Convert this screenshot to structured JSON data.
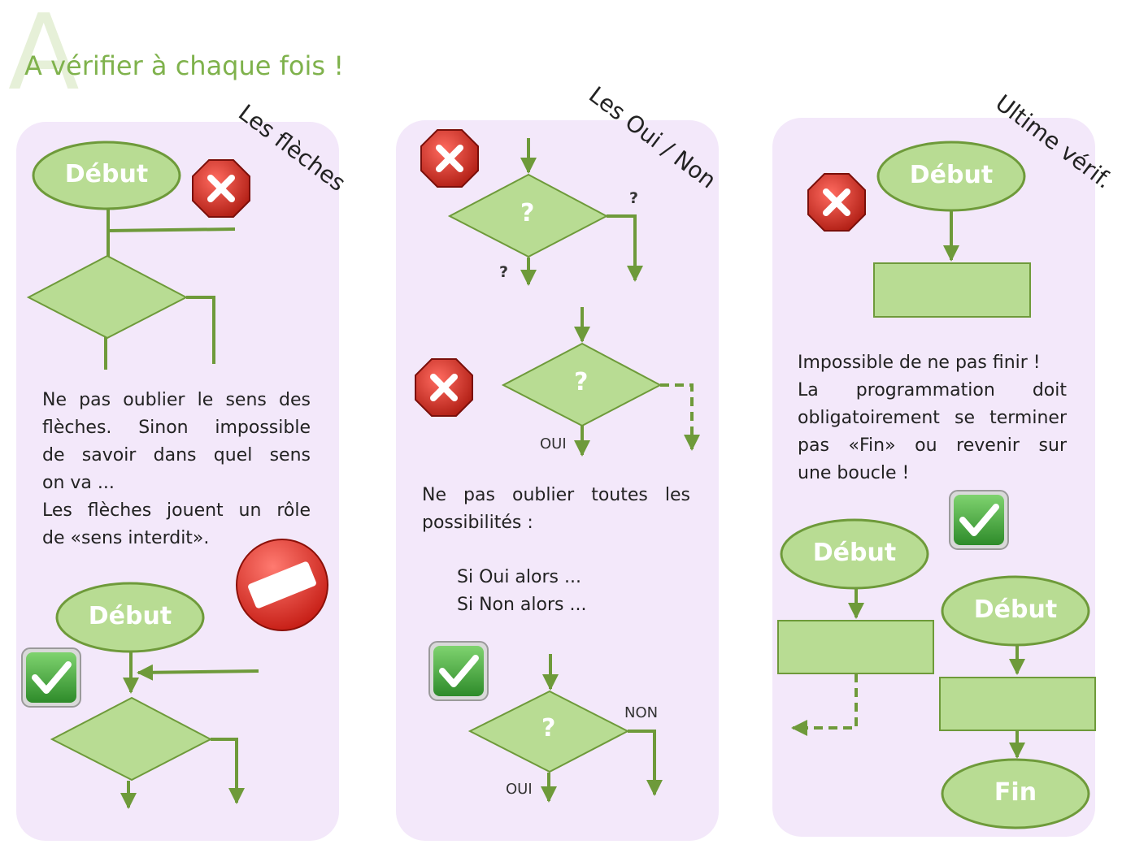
{
  "header": {
    "big_letter": "A",
    "title": "A vérifier à chaque fois !"
  },
  "colors": {
    "node_fill": "#b8dc93",
    "node_stroke": "#6e9a3a",
    "arrow": "#6e9a3a",
    "panel_bg": "#f3e8fa",
    "title_green": "#7fb24c",
    "error_red": "#c62828",
    "ok_green": "#43a047"
  },
  "panels": {
    "arrows": {
      "title": "Les flèches",
      "text_lines": [
        "Ne pas oublier le sens des",
        "flèches. Sinon impossible",
        "de savoir dans quel sens",
        "on va ...",
        "Les flèches jouent un rôle",
        "de «sens interdit»."
      ],
      "start_label": "Début",
      "icons": [
        "error-icon",
        "no-entry-icon",
        "check-icon"
      ]
    },
    "yes_no": {
      "title": "Les Oui / Non",
      "question_mark": "?",
      "text_lines": [
        "Ne pas oublier toutes les",
        "possibilités :"
      ],
      "case_yes": "Si Oui alors ...",
      "case_no": "Si Non alors ...",
      "label_oui": "OUI",
      "label_non": "NON",
      "icons": [
        "error-icon",
        "error-icon",
        "check-icon"
      ]
    },
    "ultimate": {
      "title": "Ultime vérif.",
      "text_lines": [
        "Impossible de ne pas finir !",
        "La programmation doit",
        "obligatoirement se terminer",
        "pas «Fin» ou revenir sur",
        "une boucle !"
      ],
      "start_label": "Début",
      "end_label": "Fin",
      "icons": [
        "error-icon",
        "check-icon"
      ]
    }
  }
}
